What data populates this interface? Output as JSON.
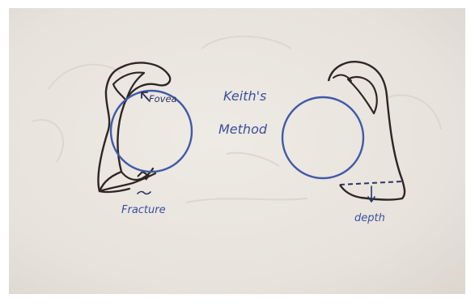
{
  "labels": {
    "fovea": "Fovea",
    "title_line1": "Keith's",
    "title_line2": "Method",
    "fracture": "Fracture",
    "depth": "depth"
  },
  "colors": {
    "paper": "#ebe7e1",
    "paper_shadow": "#dcd7d0",
    "ink_brown": "#2e2622",
    "ink_blue": "#3f5aa8",
    "ink_blue_text": "#3a4f9e",
    "frame": "#ffffff"
  }
}
